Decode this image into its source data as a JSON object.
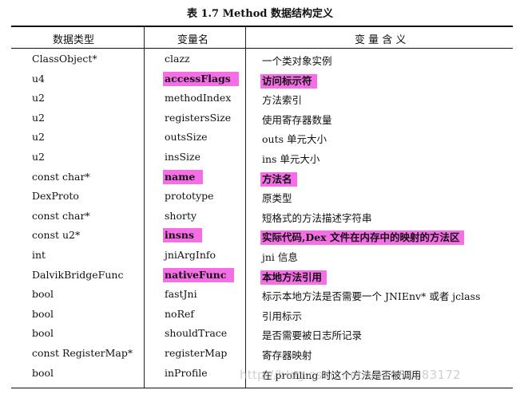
{
  "caption": "表 1.7  Method 数据结构定义",
  "headers": [
    "数据类型",
    "变量名",
    "变 量 含 义"
  ],
  "highlight_color": "#f56ee6",
  "rows": [
    {
      "type": "ClassObject*",
      "name": "clazz",
      "desc": "一个类对象实例",
      "highlight": false
    },
    {
      "type": "u4",
      "name": "accessFlags",
      "desc": "访问标示符",
      "highlight": true
    },
    {
      "type": "u2",
      "name": "methodIndex",
      "desc": "方法索引",
      "highlight": false
    },
    {
      "type": "u2",
      "name": "registersSize",
      "desc": "使用寄存器数量",
      "highlight": false
    },
    {
      "type": "u2",
      "name": "outsSize",
      "desc": "outs 单元大小",
      "highlight": false
    },
    {
      "type": "u2",
      "name": "insSize",
      "desc": "ins 单元大小",
      "highlight": false
    },
    {
      "type": "const char*",
      "name": "name",
      "desc": "方法名",
      "highlight": true
    },
    {
      "type": "DexProto",
      "name": "prototype",
      "desc": "原类型",
      "highlight": false
    },
    {
      "type": "const char*",
      "name": "shorty",
      "desc": "短格式的方法描述字符串",
      "highlight": false
    },
    {
      "type": "const u2*",
      "name": "insns",
      "desc": "实际代码,Dex 文件在内存中的映射的方法区",
      "highlight": true
    },
    {
      "type": "int",
      "name": "jniArgInfo",
      "desc": "jni 信息",
      "highlight": false
    },
    {
      "type": "DalvikBridgeFunc",
      "name": "nativeFunc",
      "desc": "本地方法引用",
      "highlight": true
    },
    {
      "type": "bool",
      "name": "fastJni",
      "desc": "标示本地方法是否需要一个 JNIEnv* 或者 jclass",
      "highlight": false
    },
    {
      "type": "bool",
      "name": "noRef",
      "desc": "引用标示",
      "highlight": false
    },
    {
      "type": "bool",
      "name": "shouldTrace",
      "desc": "是否需要被日志所记录",
      "highlight": false
    },
    {
      "type": "const RegisterMap*",
      "name": "registerMap",
      "desc": "寄存器映射",
      "highlight": false
    },
    {
      "type": "bool",
      "name": "inProfile",
      "desc": "在 profiling 时这个方法是否被调用",
      "highlight": false
    }
  ],
  "watermark": "http://blog.csdn.net/u01084283172"
}
